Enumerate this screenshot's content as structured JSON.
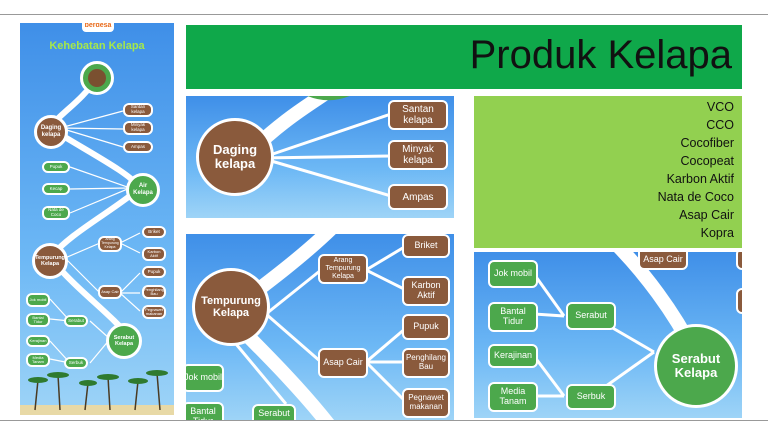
{
  "slide": {
    "title": "Produk Kelapa",
    "products": [
      "VCO",
      "CCO",
      "Cocofiber",
      "Cocopeat",
      "Karbon Aktif",
      "Nata de Coco",
      "Asap Cair",
      "Kopra"
    ]
  },
  "infographic": {
    "logo": "berdesa",
    "heading": "Kehebatan Kelapa",
    "daging": "Daging kelapa",
    "daging_items": [
      "Santan kelapa",
      "Minyak kelapa",
      "Ampas"
    ],
    "air": "Air Kelapa",
    "air_items": [
      "Pupuk",
      "Kecap",
      "Nata de Coco"
    ],
    "tempurung": "Tempurung Kelapa",
    "tempurung_mid": [
      "Arang Tempurung Kelapa",
      "Asap Cair"
    ],
    "tempurung_items": [
      "Briket",
      "Karbon Aktif",
      "Pupuk",
      "Penghilang Bau",
      "Pegnawet makanan"
    ],
    "sabut": "Serabut Kelapa",
    "sabut_mid": [
      "Serabut",
      "Serbuk"
    ],
    "sabut_items": [
      "Jok mobil",
      "Bantal Tidur",
      "Kerajinan",
      "Media Tanam"
    ]
  },
  "colors": {
    "title_bar": "#0fa84a",
    "list_box": "#92d050",
    "brown": "#8a5a3c",
    "green": "#4ca84c"
  }
}
